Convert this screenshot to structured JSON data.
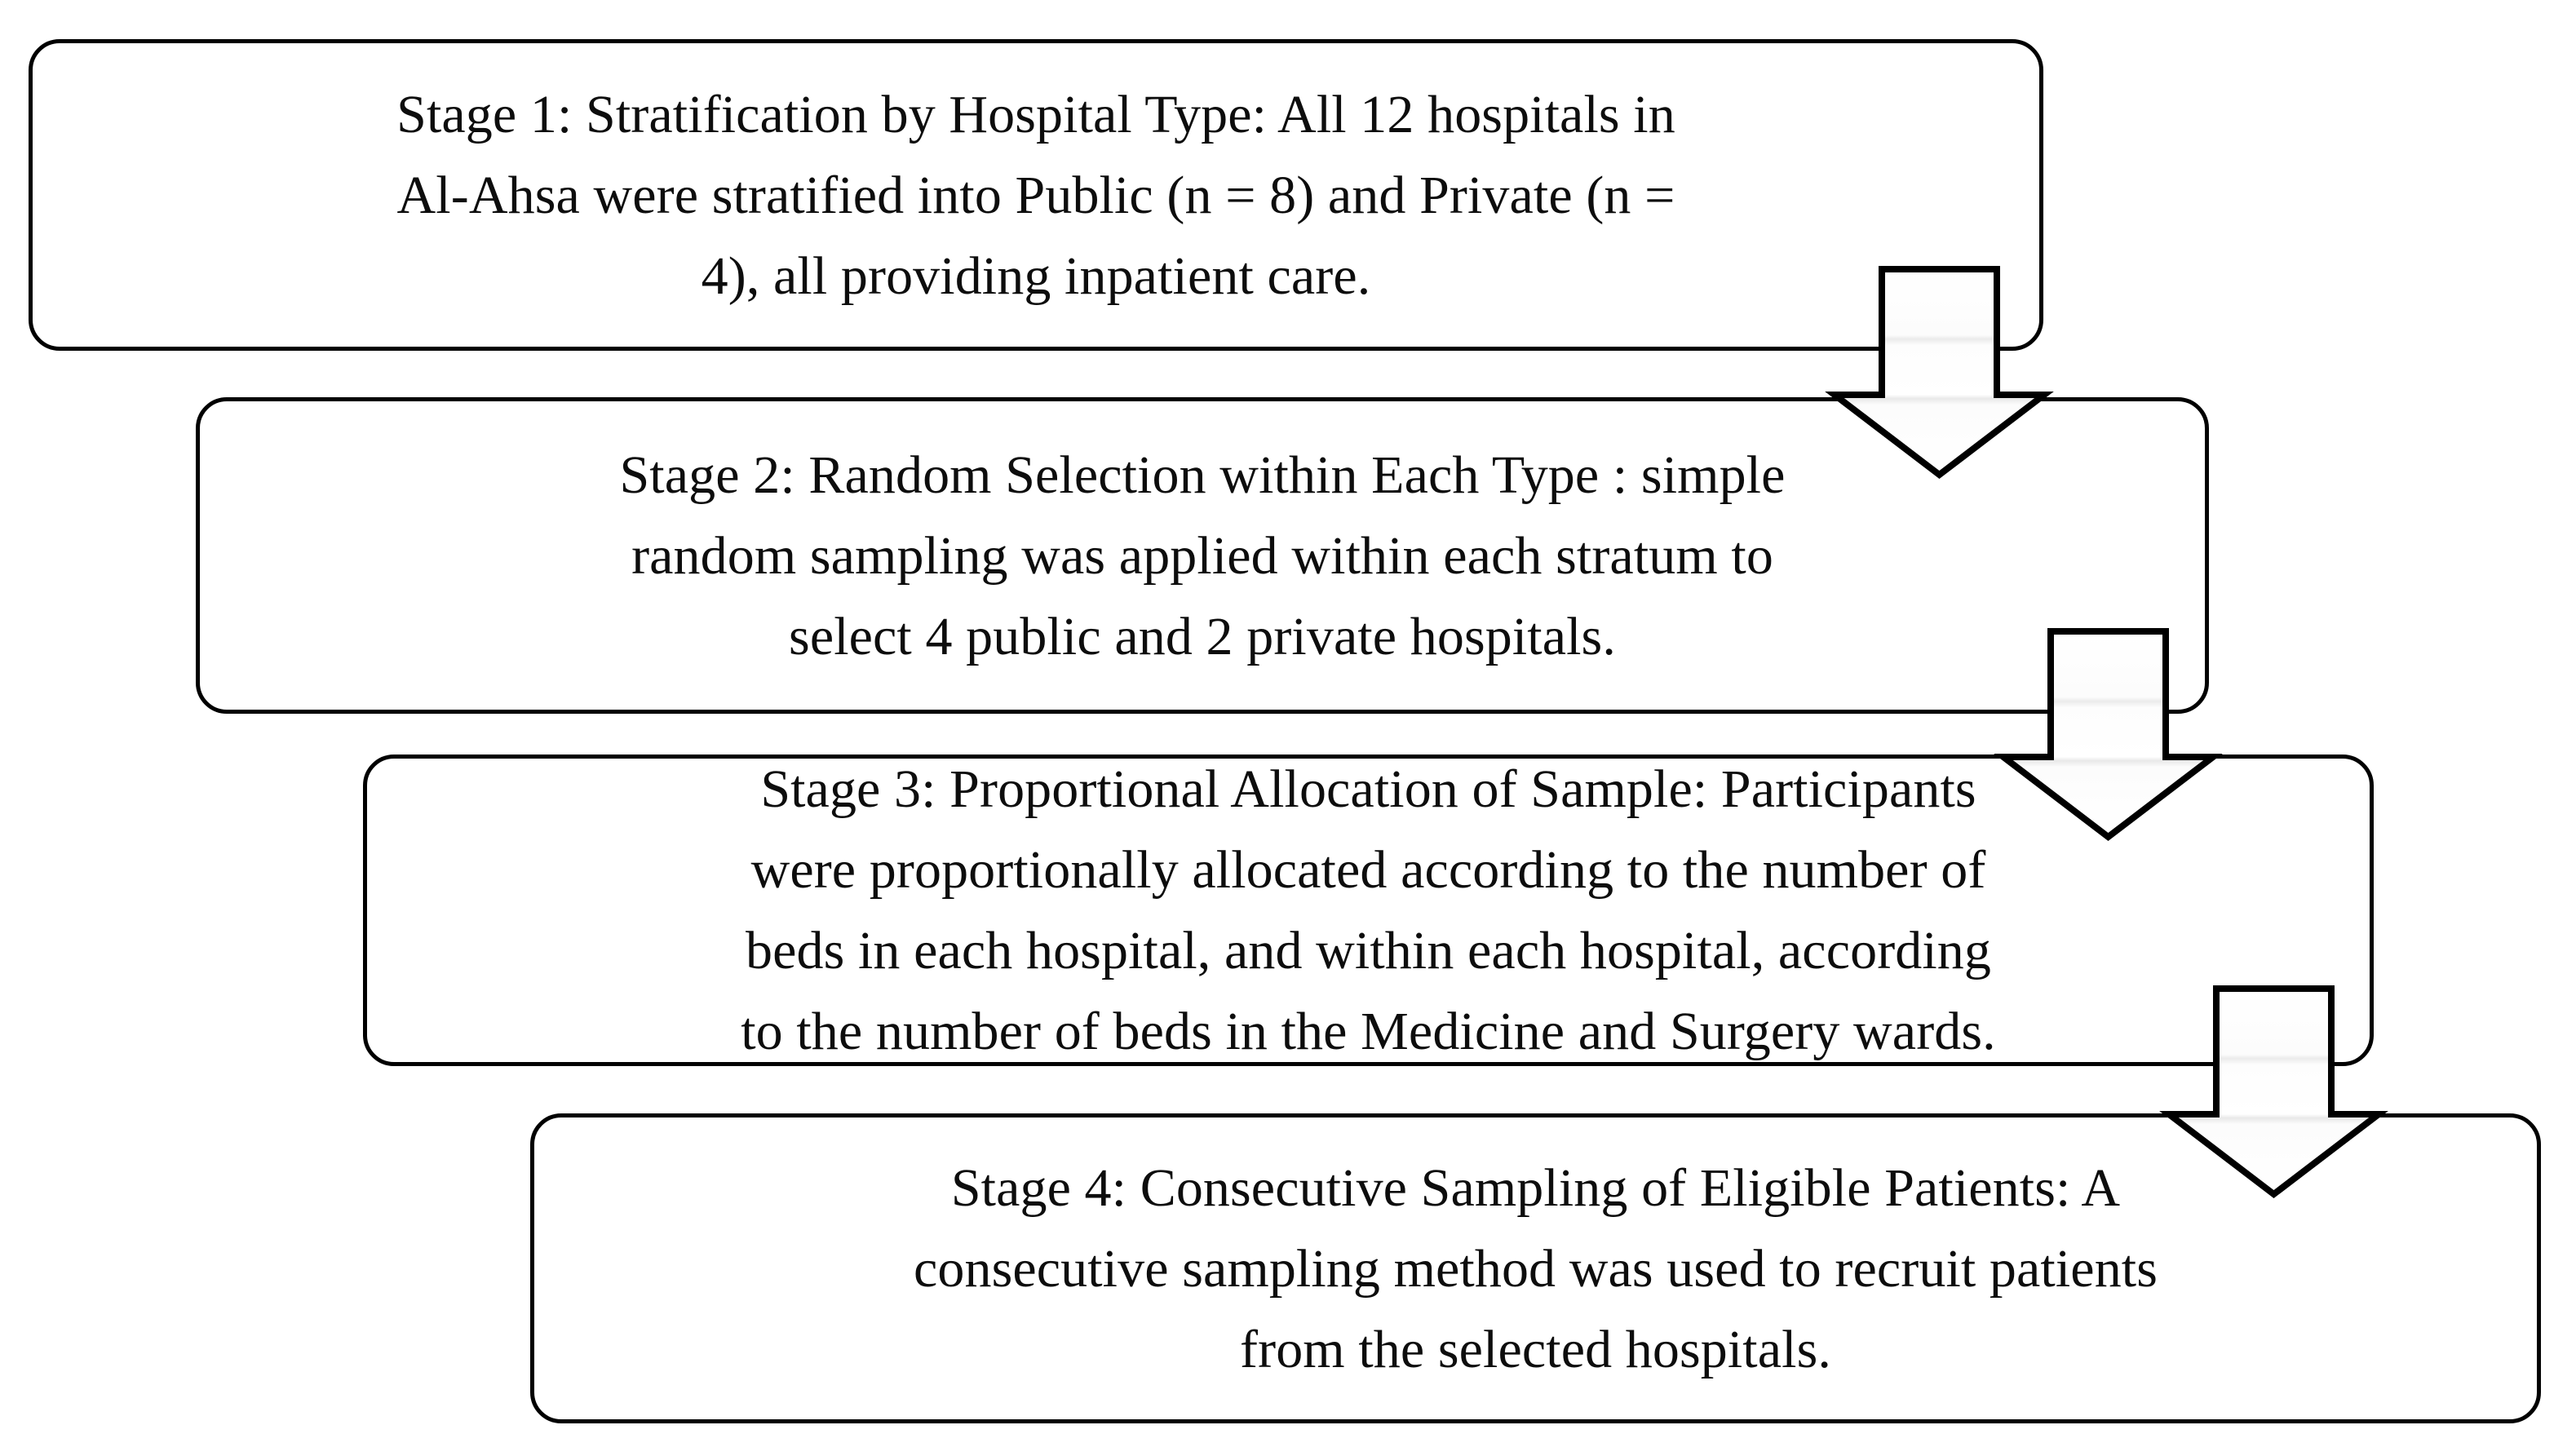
{
  "diagram": {
    "title": "Four-stage sampling strategy flowchart",
    "orientation": "vertical-cascading",
    "background_color": "#ffffff",
    "box_border_color": "#000000",
    "box_fill_color": "#ffffff",
    "arrow_outline_color": "#000000",
    "arrow_fill_color": "#fafafa",
    "text_color": "#0d0d0d"
  },
  "stages": [
    {
      "id": "stage-1",
      "label": "Stage 1",
      "heading": "Stage 1: Stratification by Hospital Type:",
      "text": "Stage 1: Stratification by Hospital Type: All 12 hospitals in\nAl-Ahsa were stratified into Public (n = 8) and Private (n =\n4), all providing inpatient care."
    },
    {
      "id": "stage-2",
      "label": "Stage 2",
      "heading": "Stage 2: Random Selection within Each Type :",
      "text": "Stage 2: Random Selection within Each Type : simple\nrandom sampling was applied within each stratum to\nselect 4 public and 2 private hospitals."
    },
    {
      "id": "stage-3",
      "label": "Stage 3",
      "heading": "Stage 3: Proportional Allocation of Sample:",
      "text": "Stage 3: Proportional Allocation of Sample: Participants\nwere proportionally allocated according to the number of\nbeds in each hospital, and within each hospital, according\nto the number of beds in the Medicine and Surgery wards."
    },
    {
      "id": "stage-4",
      "label": "Stage 4",
      "heading": "Stage 4: Consecutive Sampling of Eligible Patients:",
      "text": "Stage 4: Consecutive Sampling of Eligible Patients: A\nconsecutive sampling method was used to recruit patients\nfrom the selected hospitals."
    }
  ],
  "connectors": [
    {
      "id": "arrow-1-2",
      "from": "stage-1",
      "to": "stage-2",
      "direction": "down",
      "shape": "block-arrow"
    },
    {
      "id": "arrow-2-3",
      "from": "stage-2",
      "to": "stage-3",
      "direction": "down",
      "shape": "block-arrow"
    },
    {
      "id": "arrow-3-4",
      "from": "stage-3",
      "to": "stage-4",
      "direction": "down",
      "shape": "block-arrow"
    }
  ]
}
